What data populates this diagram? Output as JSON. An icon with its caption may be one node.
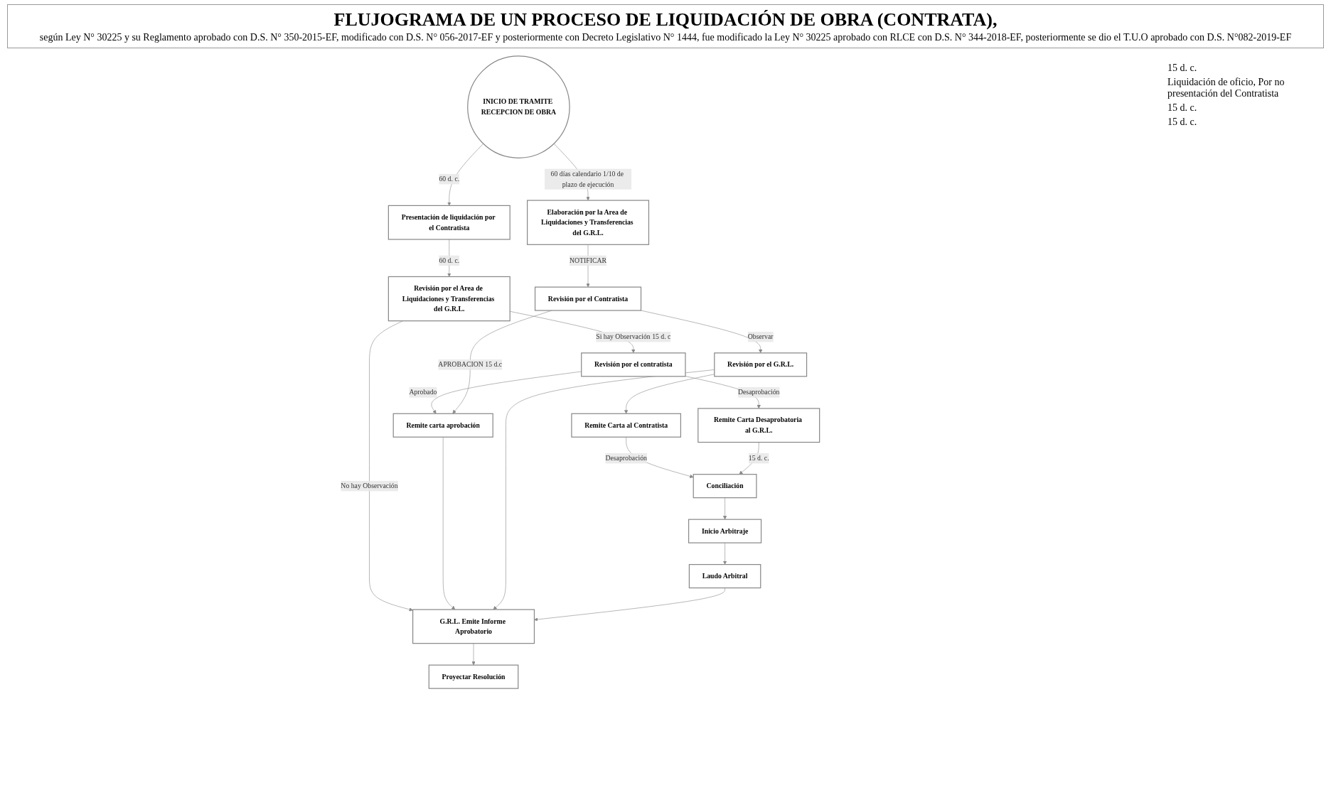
{
  "diagram": {
    "title": "FLUJOGRAMA DE UN PROCESO DE LIQUIDACIÓN DE OBRA (CONTRATA),",
    "caption": "según Ley N° 30225 y su Reglamento aprobado con D.S. N° 350-2015-EF, modificado con D.S. N° 056-2017-EF y posteriormente con Decreto Legislativo N° 1444, fue modificado la Ley N° 30225 aprobado con RLCE con D.S. N° 344-2018-EF, posteriormente  se dio el T.U.O aprobado con D.S. N°082-2019-EF",
    "nodes": [
      {
        "text": [
          "Revisión por el contratista"
        ]
      },
      {
        "text": [
          "Remite carta aprobación"
        ]
      },
      {
        "text": [
          "G.R.L. Emite Informe Aprobatorio"
        ]
      },
      {
        "text": [
          "Proyectar Resolución"
        ]
      },
      {
        "text": [
          "Revisión por el Area de Liquidaciones y Transferencias del G.R.L."
        ]
      },
      {
        "text": [
          "Elaboración por la Area de Liquidaciones y Transferencias del G.R.L."
        ]
      },
      {
        "text": [
          "Remite Carta Desaprobatoria al G.R.L."
        ]
      },
      {
        "text": [
          "Laudo Arbitral"
        ]
      },
      {
        "text": [
          "Presentación de liquidación por el Contratista"
        ]
      },
      {
        "text": [
          "Inicio Arbitraje"
        ]
      },
      {
        "text": [
          "Conciliación"
        ]
      },
      {
        "text": [
          "Remite Carta al Contratista"
        ]
      },
      {
        "text": [
          "INICIO DE TRAMITE RECEPCION DE OBRA"
        ]
      },
      {
        "text": [
          "Revisión por el Contratista"
        ]
      },
      {
        "text": [
          "Revisión por el G.R.L."
        ]
      }
    ],
    "edges": [
      {
        "from": 12,
        "to": 8,
        "arrow": "to",
        "label": "60 d. c."
      },
      {
        "from": 12,
        "to": 5,
        "arrow": "to",
        "label": "60 días calendario 1/10 de plazo de ejecución"
      },
      {
        "from": 8,
        "to": 4,
        "arrow": "to",
        "label": "60 d. c."
      },
      {
        "from": 4,
        "to": 0,
        "arrow": "to",
        "label": "Si hay Observación 15 d. c"
      },
      {
        "from": 4,
        "to": 2,
        "arrow": "to",
        "label": "No hay Observación"
      },
      {
        "from": 0,
        "to": 1,
        "arrow": "to",
        "label": "Aprobado"
      },
      {
        "from": 0,
        "to": 6,
        "arrow": "to",
        "label": "Desaprobación"
      },
      {
        "from": 1,
        "to": 2,
        "arrow": "to"
      },
      {
        "from": 2,
        "to": 3,
        "arrow": "to"
      },
      {
        "from": 5,
        "to": 13,
        "arrow": "to",
        "label": "NOTIFICAR"
      },
      {
        "from": 13,
        "to": 1,
        "arrow": "to",
        "label": "APROBACION 15 d.c"
      },
      {
        "from": 13,
        "to": 14,
        "arrow": "to",
        "label": "Observar"
      },
      {
        "from": 14,
        "to": 11,
        "arrow": "to"
      },
      {
        "from": 14,
        "to": 2,
        "arrow": "to"
      },
      {
        "from": 11,
        "to": 10,
        "arrow": "to",
        "label": "Desaprobación"
      },
      {
        "from": 6,
        "to": 10,
        "arrow": "to",
        "label": "15 d. c."
      },
      {
        "from": 10,
        "to": 9,
        "arrow": "to"
      },
      {
        "from": 9,
        "to": 7,
        "arrow": "to"
      },
      {
        "from": 7,
        "to": 2,
        "arrow": "to"
      }
    ],
    "labels": [
      "15 d. c.",
      "Liquidación de oficio, Por no presentación del Contratista",
      "15 d. c.",
      "15 d. c."
    ]
  }
}
